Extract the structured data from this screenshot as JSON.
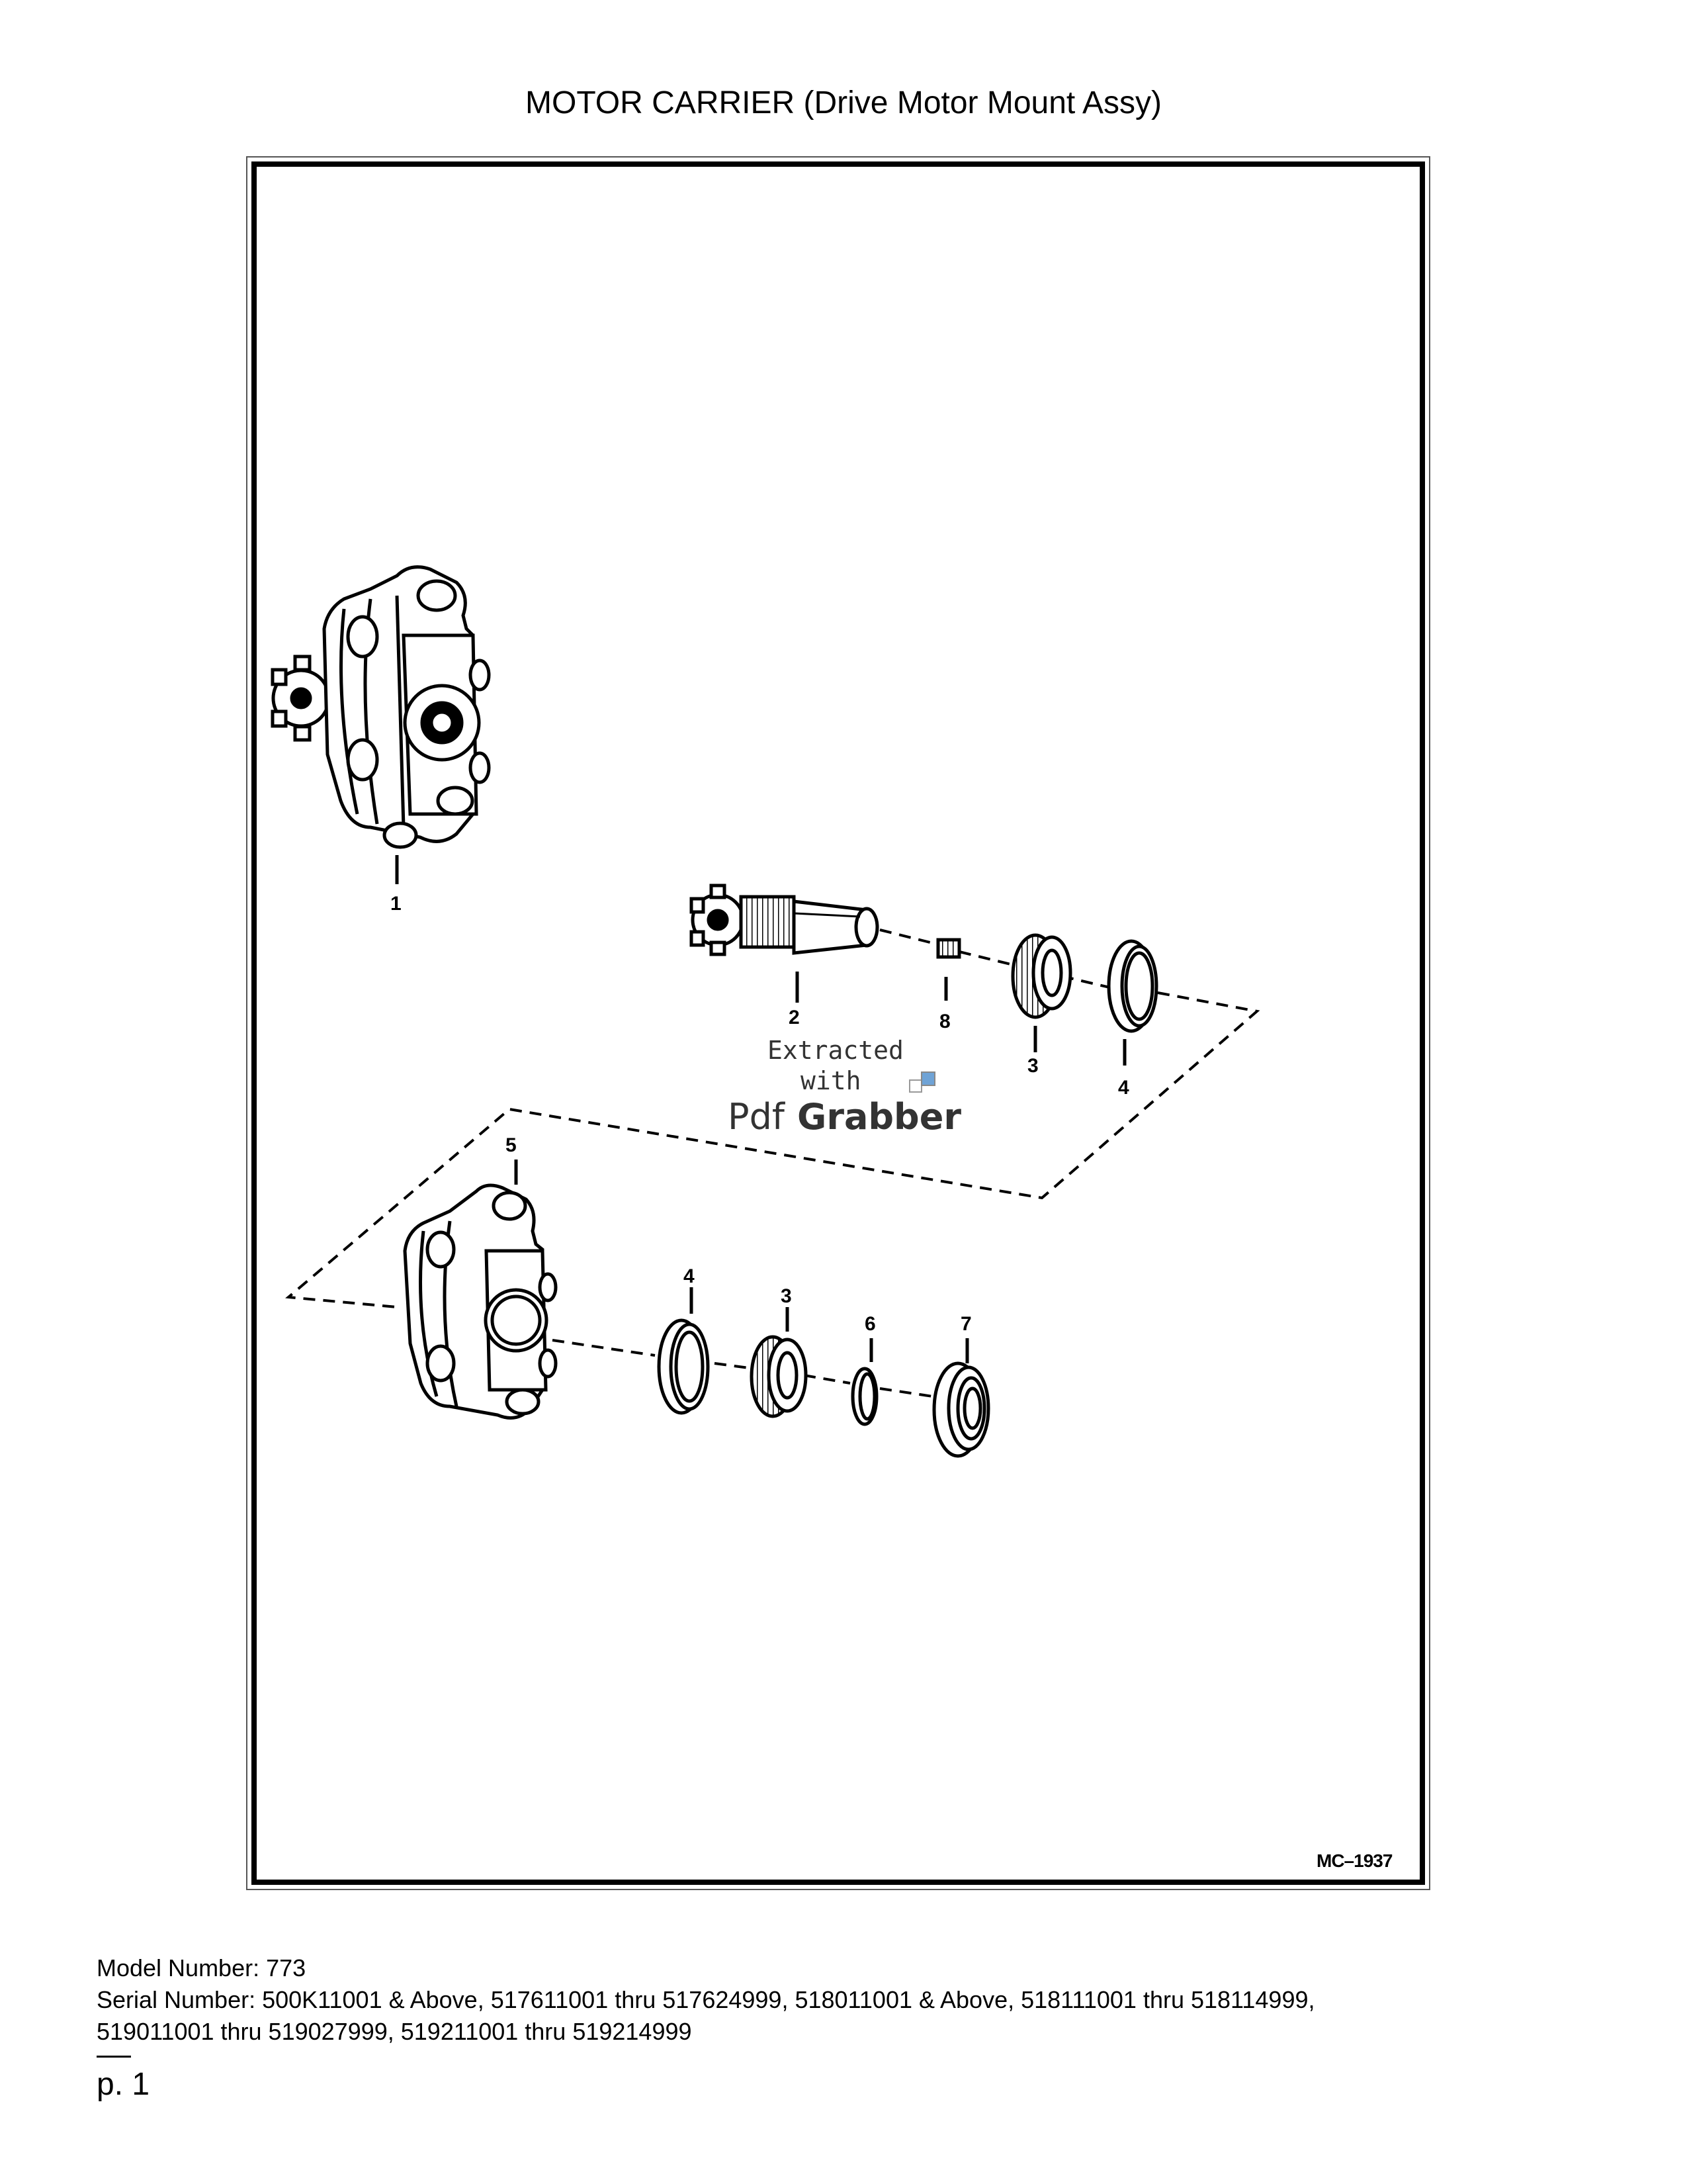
{
  "page": {
    "title": "MOTOR CARRIER (Drive Motor Mount Assy)",
    "drawing_code": "MC–1937",
    "callouts": {
      "c1": "1",
      "c2": "2",
      "c3a": "3",
      "c4a": "4",
      "c8": "8",
      "c5": "5",
      "c4b": "4",
      "c3b": "3",
      "c6": "6",
      "c7": "7"
    },
    "watermark": {
      "line1": "Extracted",
      "line2": "with",
      "brand_a": "Pdf",
      "brand_b": "Grabber"
    },
    "model_number": "Model Number: 773",
    "serial_line1": "Serial Number: 500K11001 & Above, 517611001 thru 517624999, 518011001 & Above, 518111001 thru 518114999,",
    "serial_line2": "519011001 thru 519027999, 519211001 thru 519214999",
    "page_label": "p. 1"
  }
}
